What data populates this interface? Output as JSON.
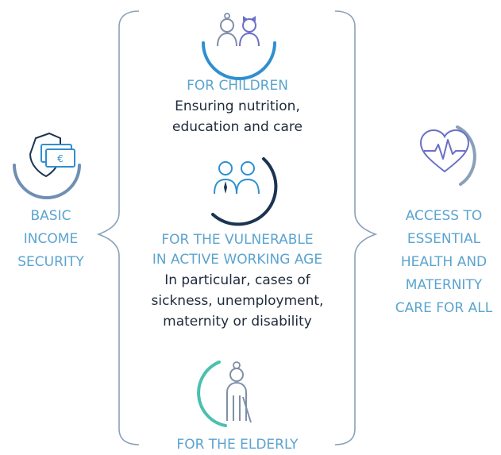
{
  "left": {
    "lines": [
      "BASIC",
      "INCOME",
      "SECURITY"
    ],
    "icon": "shield-euro-icon"
  },
  "right": {
    "lines": [
      "ACCESS TO",
      "ESSENTIAL",
      "HEALTH AND",
      "MATERNITY",
      "CARE FOR ALL"
    ],
    "icon": "heart-pulse-icon"
  },
  "middle": {
    "children": {
      "title": "FOR CHILDREN",
      "body": [
        "Ensuring nutrition,",
        "education and care"
      ],
      "icon": "children-icon"
    },
    "vulnerable": {
      "title": [
        "FOR THE VULNERABLE",
        "IN ACTIVE WORKING AGE"
      ],
      "body": [
        "In particular, cases of",
        "sickness, unemployment,",
        "maternity or disability"
      ],
      "icon": "working-adults-icon"
    },
    "elderly": {
      "title": "FOR THE ELDERLY",
      "icon": "elderly-person-icon"
    }
  },
  "colors": {
    "label_blue": "#5ba4cf",
    "text_dark": "#1f2a3a",
    "arc_blue": "#2f8fcf",
    "arc_navy": "#1b3452",
    "arc_teal": "#4bbfb0",
    "arc_grey": "#8aa0b8",
    "icon_purple": "#6b6fc7",
    "icon_grey": "#7f8fa6"
  }
}
